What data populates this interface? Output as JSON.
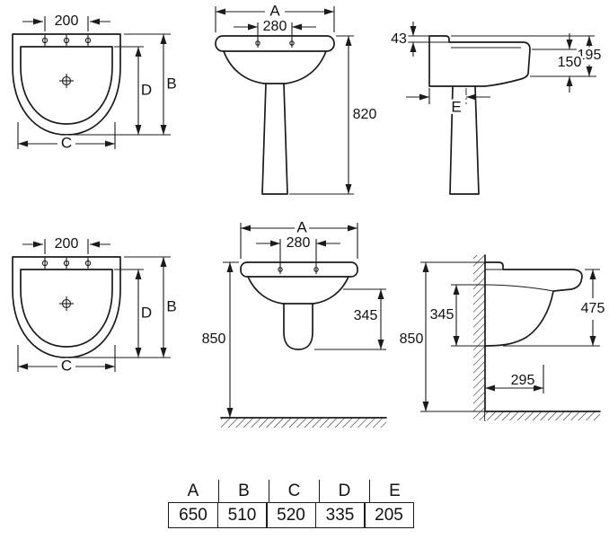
{
  "drawing": {
    "dims": {
      "d200": "200",
      "d280": "280",
      "d820": "820",
      "d43": "43",
      "d150": "150",
      "d195": "195",
      "d850": "850",
      "d345": "345",
      "d475": "475",
      "d295": "295",
      "A": "A",
      "B": "B",
      "C": "C",
      "D": "D",
      "E": "E"
    }
  },
  "table": {
    "headers": [
      "A",
      "B",
      "C",
      "D",
      "E"
    ],
    "values": [
      "650",
      "510",
      "520",
      "335",
      "205"
    ]
  }
}
